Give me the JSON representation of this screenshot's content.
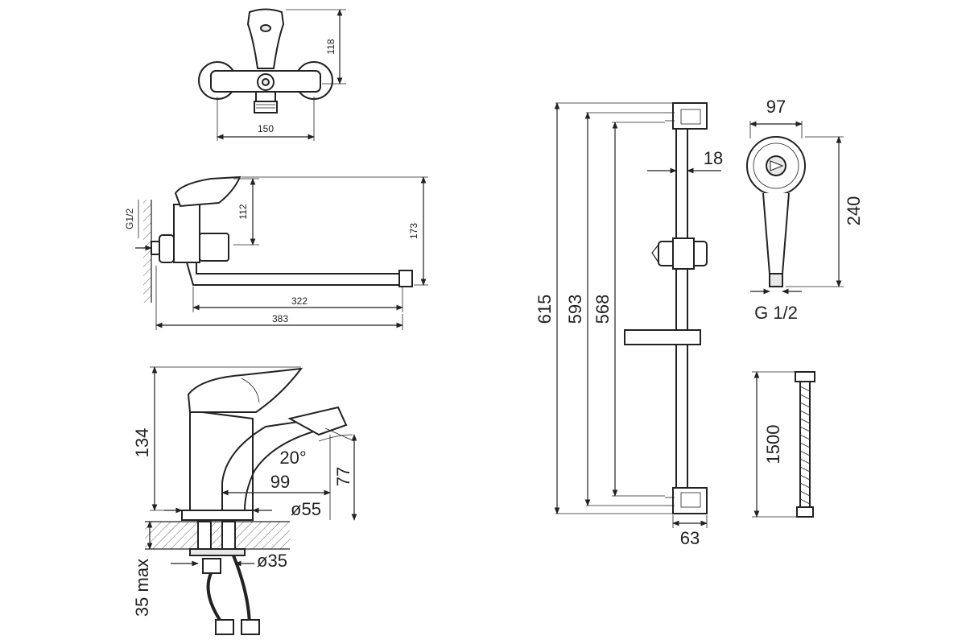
{
  "wall_mixer_front": {
    "dim_height": "118",
    "dim_width": "150"
  },
  "wall_mixer_side": {
    "dim_thread": "G1/2",
    "dim_handle_height": "112",
    "dim_total_height": "173",
    "dim_spout_reach": "322",
    "dim_total_reach": "383"
  },
  "basin_mixer": {
    "dim_height": "134",
    "dim_angle": "20°",
    "dim_spout_height": "77",
    "dim_reach": "99",
    "dim_base_diameter": "ø55",
    "dim_hole_diameter": "ø35",
    "dim_counter_thickness": "35 max"
  },
  "shower_rail": {
    "dim_total_length": "615",
    "dim_mount_length": "593",
    "dim_rail_length": "568",
    "dim_tube_diameter": "18",
    "dim_bracket_width": "63"
  },
  "hand_shower": {
    "dim_head_diameter": "97",
    "dim_length": "240",
    "dim_thread": "G 1/2"
  },
  "hose": {
    "dim_length": "1500"
  }
}
